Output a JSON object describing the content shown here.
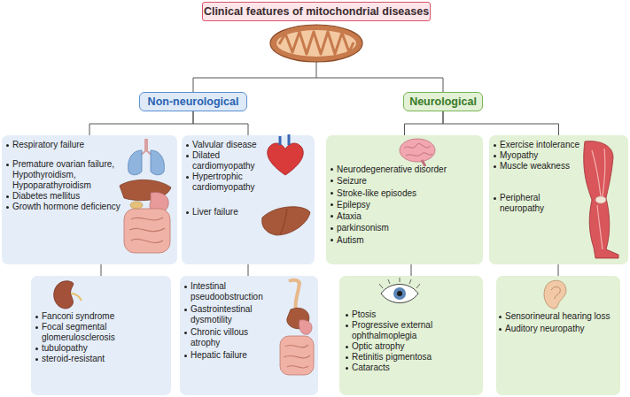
{
  "diagram": {
    "title": "Clinical features of mitochondrial diseases",
    "nodes": [
      {
        "text": [
          "Non-neurological"
        ]
      },
      {
        "text": [
          "Neurological"
        ]
      },
      {
        "text": [
          "Respiratory failure",
          "Premature ovarian failure, Hypothyroidism, Hypoparathyroidism",
          "Diabetes mellitus",
          "Growth hormone deficiency"
        ]
      },
      {
        "text": [
          "Valvular disease",
          "Dilated cardiomyopathy",
          "Hypertrophic cardiomyopathy",
          "Liver failure"
        ]
      },
      {
        "text": [
          "Neurodegenerative disorder",
          "Seizure",
          "Stroke-like episodes",
          "Epilepsy",
          "Ataxia",
          "parkinsonism",
          "Autism"
        ]
      },
      {
        "text": [
          "Exercise intolerance",
          "Myopathy",
          "Muscle weakness",
          "Peripheral neuropathy"
        ]
      },
      {
        "text": [
          "Fanconi syndrome",
          "Focal segmental glomerulosclerosis",
          "tubulopathy",
          "steroid-resistant"
        ]
      },
      {
        "text": [
          "Intestinal pseudoobstruction",
          "Gastrointestinal dysmotility",
          "Chronic villous atrophy",
          "Hepatic failure"
        ]
      },
      {
        "text": [
          "Ptosis",
          "Progressive external ophthalmoplegia",
          "Optic atrophy",
          "Retinitis pigmentosa",
          "Cataracts"
        ]
      },
      {
        "text": [
          "Sensorineural hearing loss",
          "Auditory neuropathy"
        ]
      }
    ],
    "edges": [
      {
        "from": 0,
        "to": 2,
        "arrow": "none"
      },
      {
        "from": 0,
        "to": 3,
        "arrow": "none"
      },
      {
        "from": 1,
        "to": 4,
        "arrow": "none"
      },
      {
        "from": 1,
        "to": 5,
        "arrow": "none"
      },
      {
        "from": 2,
        "to": 6,
        "arrow": "none"
      },
      {
        "from": 3,
        "to": 7,
        "arrow": "none"
      },
      {
        "from": 4,
        "to": 8,
        "arrow": "none"
      },
      {
        "from": 5,
        "to": 9,
        "arrow": "none"
      }
    ]
  }
}
